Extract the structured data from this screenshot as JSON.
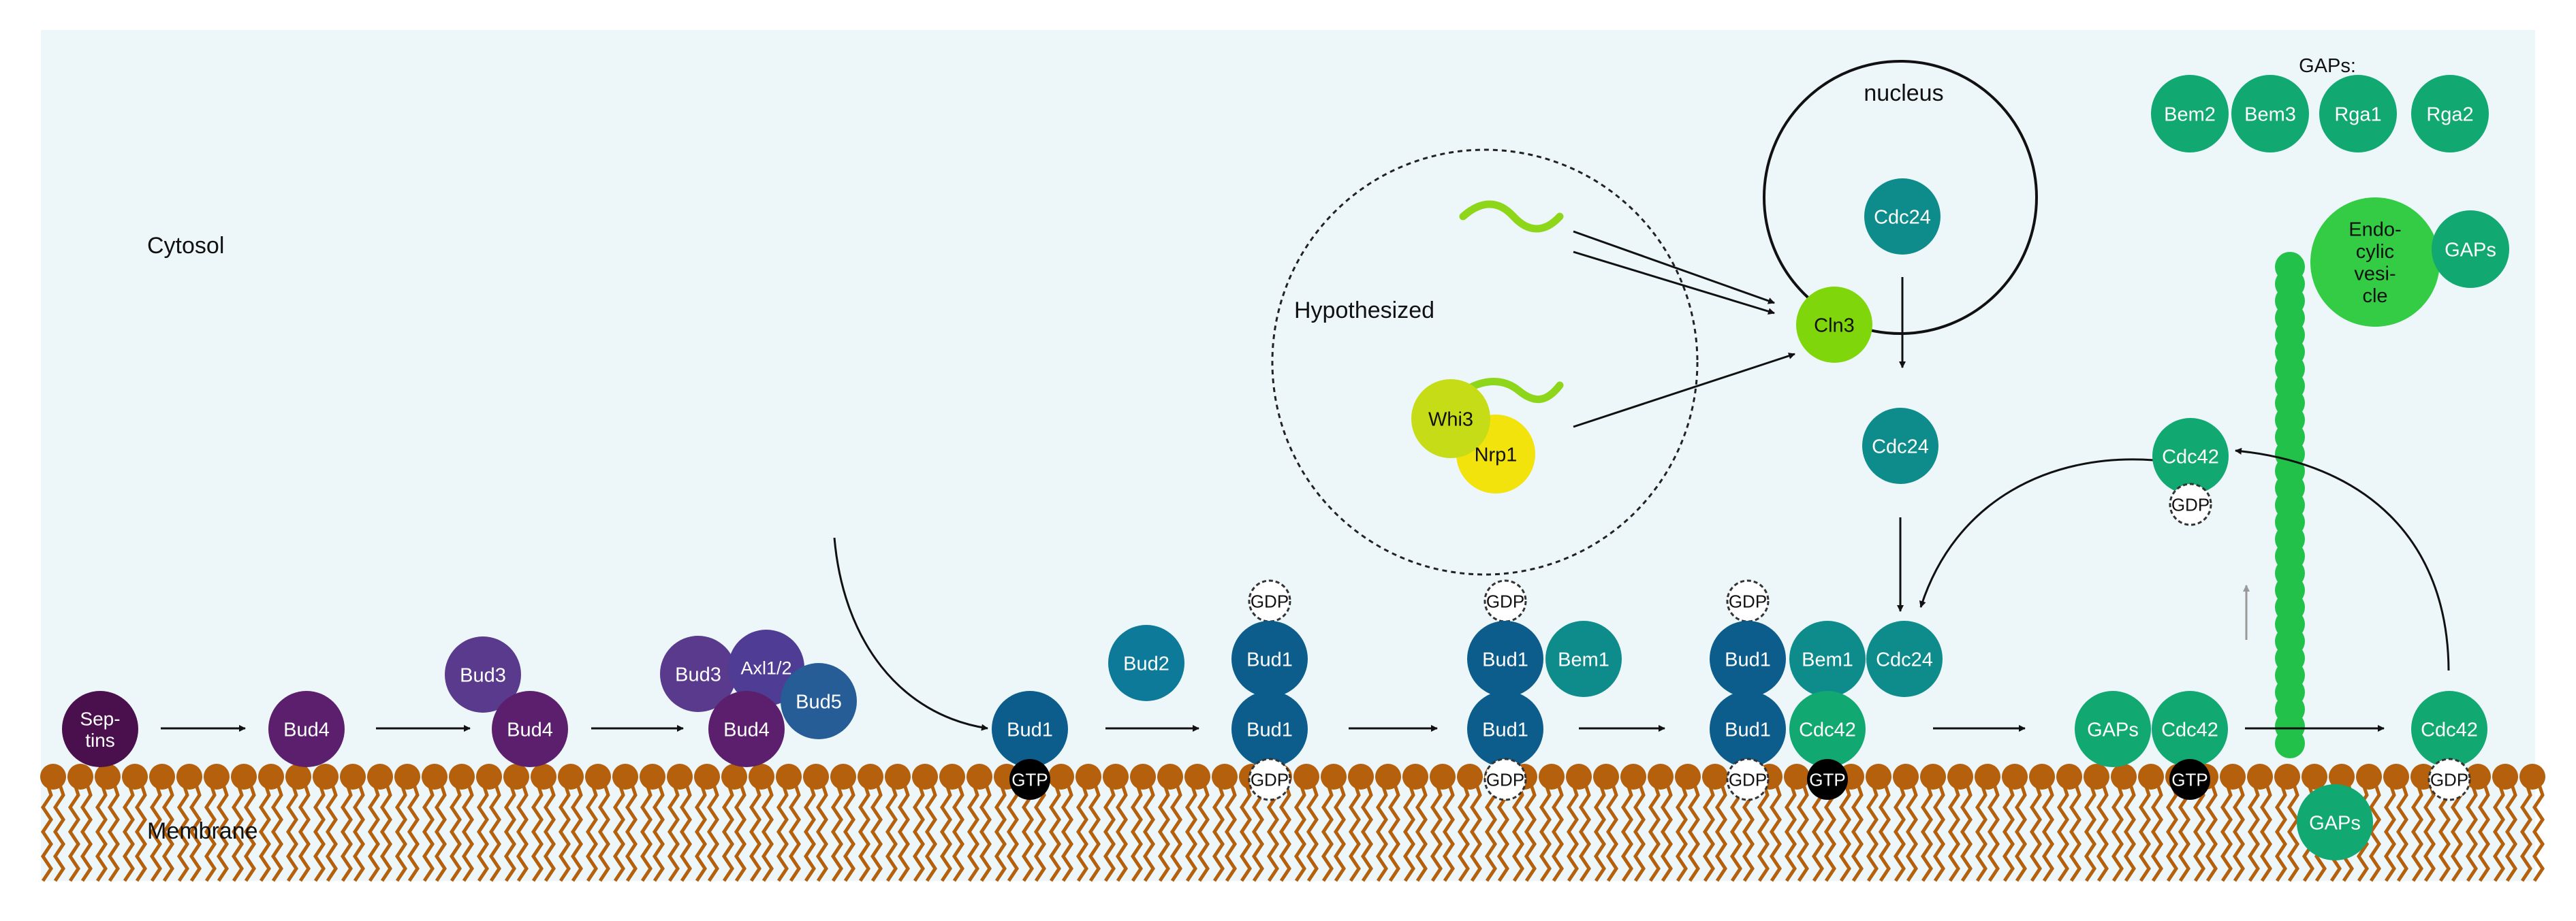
{
  "regions": {
    "cytosol": "Cytosol",
    "membrane": "Membrane",
    "nucleus": "nucleus",
    "hypothesized": "Hypothesized",
    "gaps_header": "GAPs:"
  },
  "labels": {
    "septins": "Sep-\ntins",
    "bud4": "Bud4",
    "bud3": "Bud3",
    "axl": "Axl1/2",
    "bud5": "Bud5",
    "bud1": "Bud1",
    "bud2": "Bud2",
    "gtp": "GTP",
    "gdp": "GDP",
    "bem1": "Bem1",
    "cdc24": "Cdc24",
    "cdc42": "Cdc42",
    "gaps": "GAPs",
    "cln3": "Cln3",
    "whi3": "Whi3",
    "nrp1": "Nrp1",
    "bem2": "Bem2",
    "bem3": "Bem3",
    "rga1": "Rga1",
    "rga2": "Rga2",
    "vesicle": "Endo-\ncylic\nvesi-\ncle"
  },
  "colors": {
    "background": "#edf6f9",
    "lipid": "#b5600d",
    "septin": "#4a0f4d",
    "bud4": "#5b1f6e",
    "bud3": "#5a3a8c",
    "axl": "#4f3c94",
    "bud5": "#265d96",
    "bud1": "#0c5c8c",
    "bud2": "#0d7a99",
    "teal": "#0e8c8c",
    "green": "#11a872",
    "nucleotide_gtp": "#000000",
    "cln3": "#7fd60a",
    "whi3": "#c5dc16",
    "nrp1": "#f2e30d",
    "vesicle": "#33cc44",
    "actin": "#22c24a"
  },
  "icons": [
    "arrow-icon",
    "mrna-squiggle-icon",
    "actin-filament-icon",
    "lipid-bilayer-icon"
  ]
}
